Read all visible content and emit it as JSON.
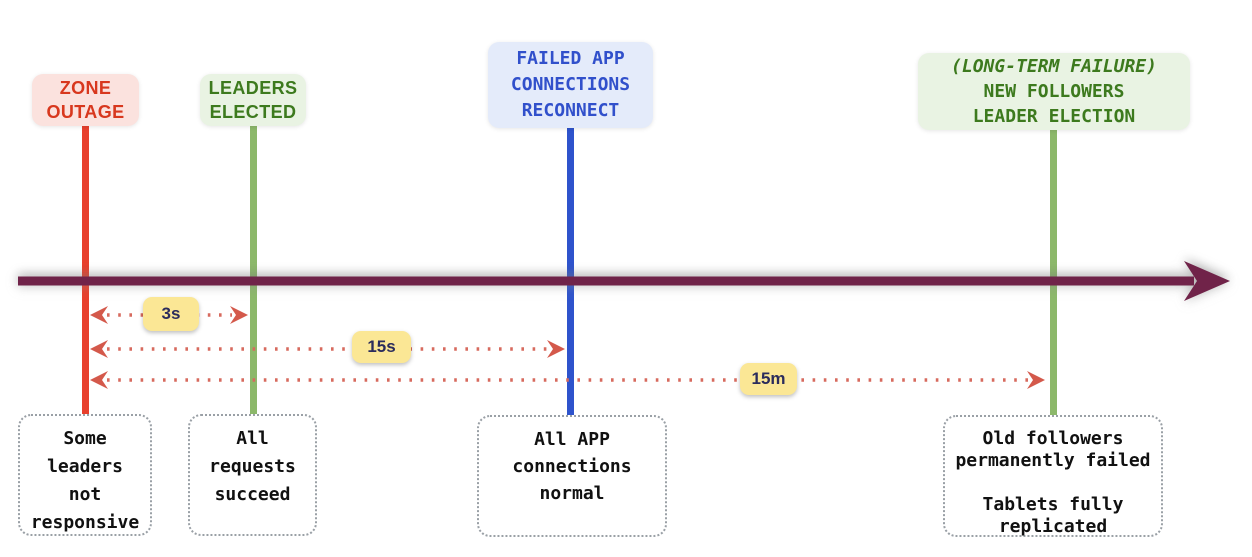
{
  "diagram": {
    "type": "timeline",
    "timeline_color": "#702349",
    "duration_arrow_color": "#d76a5e",
    "badge_bg": "#fbe795",
    "badge_text_color": "#2b2c5c"
  },
  "events": [
    {
      "id": "zone-outage",
      "label": "ZONE\nOUTAGE",
      "note": "Some\nleaders\nnot\nresponsive",
      "colors": {
        "line": "#e8402d",
        "text": "#d8381e",
        "bg": "#fbe2de"
      }
    },
    {
      "id": "leaders-elected",
      "label": "LEADERS\nELECTED",
      "note": "All\nrequests\nsucceed",
      "colors": {
        "line": "#8cb86a",
        "text": "#3d7a1e",
        "bg": "#e9f3e3"
      }
    },
    {
      "id": "failed-app-connections-reconnect",
      "label": "FAILED APP\nCONNECTIONS\nRECONNECT",
      "note": "All APP\nconnections\nnormal",
      "colors": {
        "line": "#2e53cc",
        "text": "#3150cb",
        "bg": "#e4ebfa"
      }
    },
    {
      "id": "new-followers-leader-election",
      "label_prefix": "(LONG-TERM FAILURE)",
      "label": "NEW FOLLOWERS\nLEADER ELECTION",
      "note": "Old followers\npermanently failed\n\nTablets fully\nreplicated",
      "colors": {
        "line": "#8cb86a",
        "text": "#3d7a1e",
        "bg": "#e9f3e3"
      }
    }
  ],
  "durations": [
    {
      "id": "3s",
      "label": "3s",
      "from": "zone-outage",
      "to": "leaders-elected"
    },
    {
      "id": "15s",
      "label": "15s",
      "from": "zone-outage",
      "to": "failed-app-connections-reconnect"
    },
    {
      "id": "15m",
      "label": "15m",
      "from": "zone-outage",
      "to": "new-followers-leader-election"
    }
  ]
}
